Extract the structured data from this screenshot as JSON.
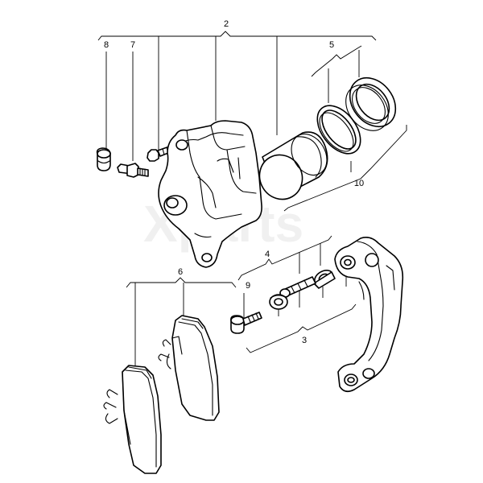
{
  "watermark": "Xparts",
  "callouts": {
    "c2": "2",
    "c8": "8",
    "c7": "7",
    "c5": "5",
    "c10": "10",
    "c6": "6",
    "c4": "4",
    "c9": "9",
    "c3": "3"
  },
  "colors": {
    "line": "#000000",
    "background": "#ffffff"
  }
}
